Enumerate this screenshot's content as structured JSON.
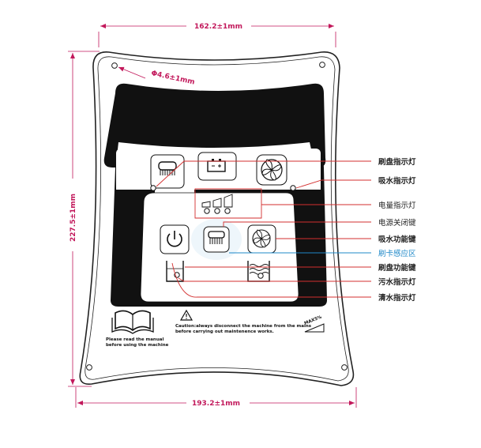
{
  "dimensions": {
    "top_width": "162.2±1mm",
    "bottom_width": "193.2±1mm",
    "height": "227.5±1mm",
    "hole": "Φ4.6±1mm"
  },
  "callouts": [
    {
      "id": "brush-indicator",
      "text": "刷盘指示灯",
      "style": "bold"
    },
    {
      "id": "suction-indicator",
      "text": "吸水指示灯",
      "style": "bold"
    },
    {
      "id": "battery-indicator",
      "text": "电量指示灯",
      "style": "plain"
    },
    {
      "id": "power-key",
      "text": "电源关闭键",
      "style": "plain"
    },
    {
      "id": "suction-key",
      "text": "吸水功能键",
      "style": "bold"
    },
    {
      "id": "card-area",
      "text": "刷卡感应区",
      "style": "blue"
    },
    {
      "id": "brush-key",
      "text": "刷盘功能键",
      "style": "bold"
    },
    {
      "id": "dirty-water-indicator",
      "text": "污水指示灯",
      "style": "bold"
    },
    {
      "id": "clean-water-indicator",
      "text": "清水指示灯",
      "style": "bold"
    }
  ],
  "panel_text": {
    "manual_line1": "Please read the manual",
    "manual_line2": "before using the machine",
    "caution_line1": "Caution:always disconnect the machine from the mains",
    "caution_line2": "before carrying out maintenence works.",
    "max_label": "MAX5%"
  },
  "colors": {
    "dimension": "#c2185b",
    "leader_red": "#d32f2f",
    "leader_blue": "#1e88c8",
    "outline": "#222222"
  }
}
